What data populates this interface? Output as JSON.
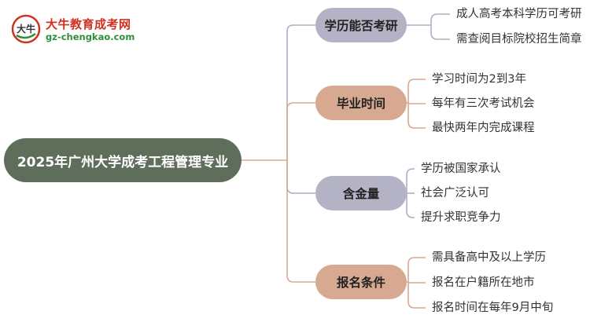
{
  "logo": {
    "title": "大牛教育成考网",
    "url": "gz-chengkao.com",
    "badge_glyph": "大牛"
  },
  "root": {
    "label": "2025年广州大学成考工程管理专业"
  },
  "branches": [
    {
      "label": "学历能否考研",
      "color": "#b4b3c6",
      "leaves": [
        "成人高考本科学历可考研",
        "需查阅目标院校招生简章"
      ]
    },
    {
      "label": "毕业时间",
      "color": "#d7a991",
      "leaves": [
        "学习时间为2到3年",
        "每年有三次考试机会",
        "最快两年内完成课程"
      ]
    },
    {
      "label": "含金量",
      "color": "#b4b3c6",
      "leaves": [
        "学历被国家承认",
        "社会广泛认可",
        "提升求职竞争力"
      ]
    },
    {
      "label": "报名条件",
      "color": "#d7a991",
      "leaves": [
        "需具备高中及以上学历",
        "报名在户籍所在地市",
        "报名时间在每年9月中旬"
      ]
    }
  ],
  "colors": {
    "root_bg": "#5f6d5b",
    "line_root": "#d8a98f",
    "line_purple": "#aeaec4",
    "line_orange": "#d8a98f",
    "logo_red": "#d0311f",
    "logo_green": "#2e8f3b"
  }
}
